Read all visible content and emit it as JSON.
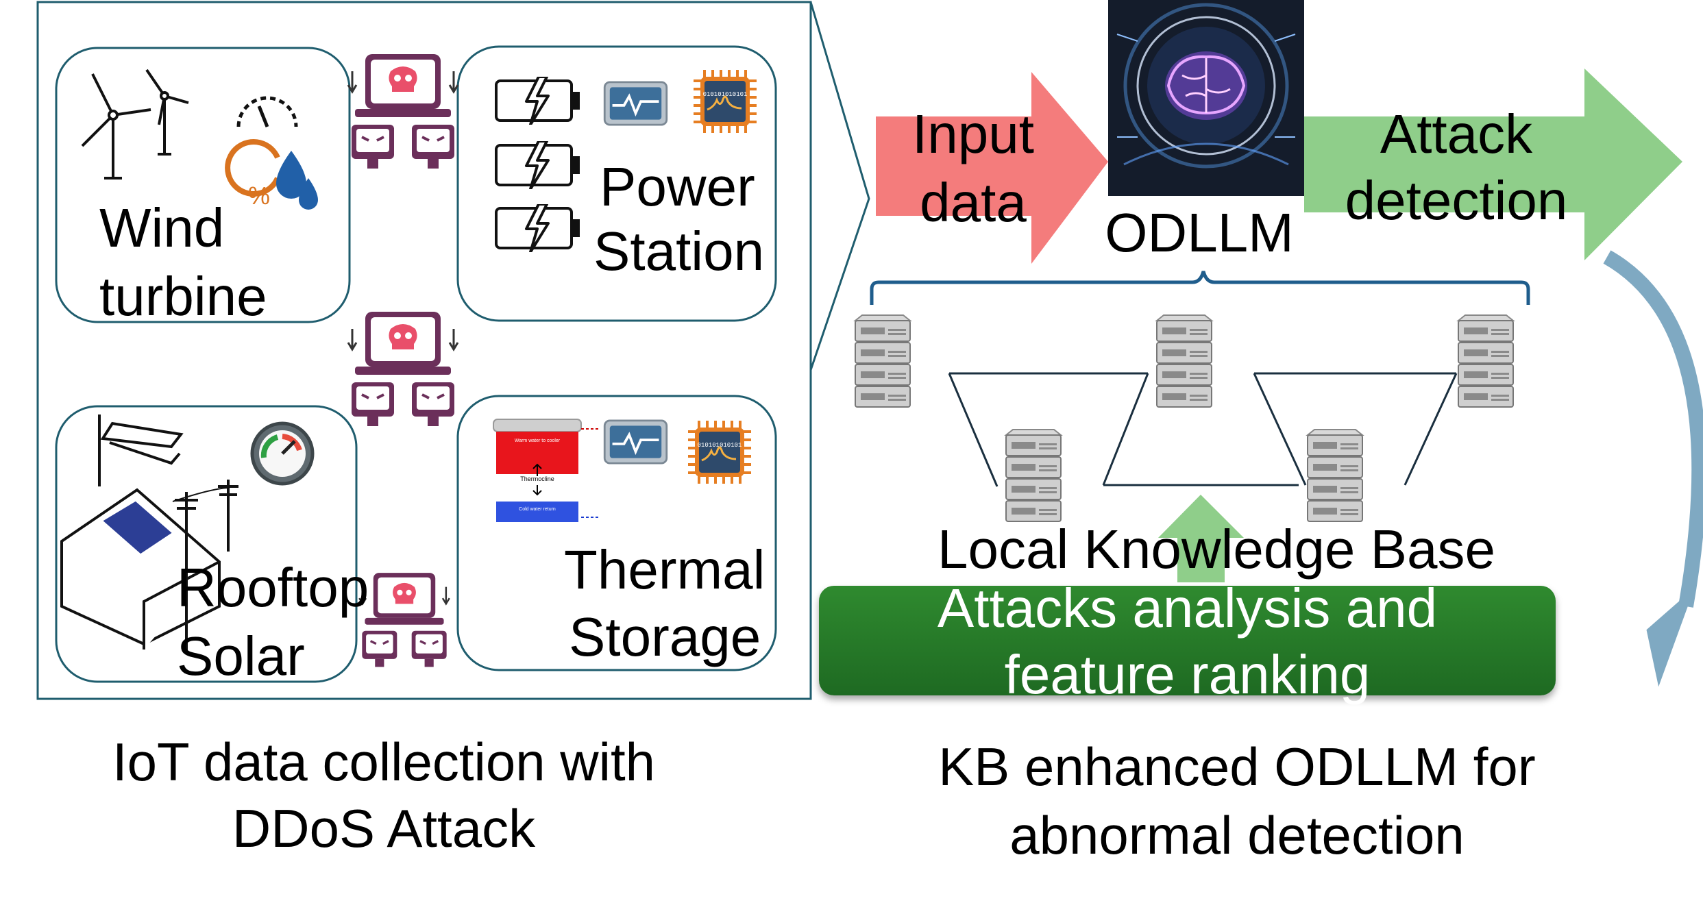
{
  "iot": {
    "wind_line1": "Wind",
    "wind_line2": "turbine",
    "power_line1": "Power",
    "power_line2": "Station",
    "rooftop_line1": "Rooftop",
    "rooftop_line2": "Solar",
    "thermal_line1": "Thermal",
    "thermal_line2": "Storage",
    "tank_top": "Warm water to cooler",
    "tank_mid": "Thermocline",
    "tank_bottom": "Cold water return",
    "chip_text": "010101010101",
    "caption_line1": "IoT data collection with",
    "caption_line2": "DDoS Attack"
  },
  "pipeline": {
    "input_line1": "Input",
    "input_line2": "data",
    "model_label": "ODLLM",
    "output_line1": "Attack",
    "output_line2": "detection"
  },
  "kb": {
    "title": "Local Knowledge Base",
    "banner_line1": "Attacks analysis and",
    "banner_line2": "feature ranking",
    "caption_line1": "KB enhanced ODLLM for",
    "caption_line2": "abnormal detection"
  },
  "colors": {
    "frame": "#1f5d6e",
    "input_arrow": "#f47c7c",
    "output_arrow": "#8fce8a",
    "banner_green": "#236f26",
    "feedback_arrow": "#7fa9c2",
    "skull_red": "#e94f6a",
    "skull_purple": "#6b2f5a"
  },
  "icons": [
    "wind-turbine-icon",
    "gauge-icon",
    "humidity-icon",
    "battery-icon",
    "monitor-icon",
    "chip-icon",
    "camera-icon",
    "solar-house-icon",
    "power-pole-icon",
    "water-tank-icon",
    "ddos-skull-icon",
    "bot-icon",
    "server-icon",
    "brain-icon"
  ]
}
